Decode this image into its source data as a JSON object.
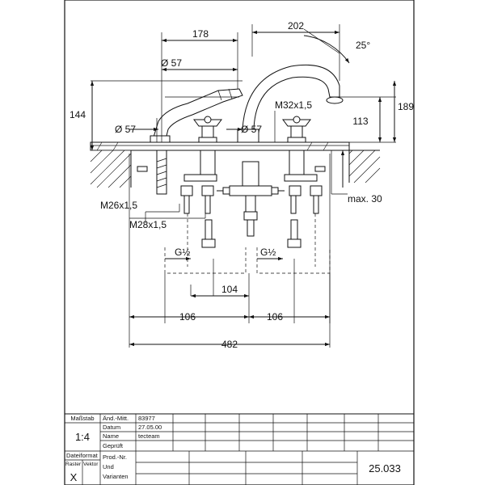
{
  "drawing": {
    "dims": {
      "top_left_width": "178",
      "top_spout_reach": "202",
      "spout_angle": "25°",
      "handshower_diameter": "Ø 57",
      "handshower_height": "144",
      "base_diameter_left": "Ø 57",
      "base_diameter_right": "Ø 57",
      "thread_spout": "M32x1,5",
      "spout_height": "113",
      "total_height": "189",
      "thread_m26": "M26x1,5",
      "thread_m28": "M28x1,5",
      "max_deck": "max. 30",
      "pipe_left": "G½",
      "pipe_right": "G½",
      "center_104": "104",
      "spacing_left_106": "106",
      "spacing_right_106": "106",
      "overall_width": "482"
    }
  },
  "title_block": {
    "massstab_label": "Maßstab",
    "scale": "1:4",
    "aend_mitt_label": "Änd.-Mitt.",
    "aend_mitt_value": "83977",
    "datum_label": "Datum",
    "datum_value": "27.05.00",
    "name_label": "Name",
    "name_value": "tecteam",
    "geprueft_label": "Geprüft",
    "dateiformat_label": "Dateiformat",
    "raster_label": "Raster",
    "vektor_label": "Vektor",
    "format_mark": "X",
    "prod_nr_label": "Prod.-Nr.",
    "und_label": "Und",
    "varianten_label": "Varianten",
    "product_number": "25.033"
  }
}
